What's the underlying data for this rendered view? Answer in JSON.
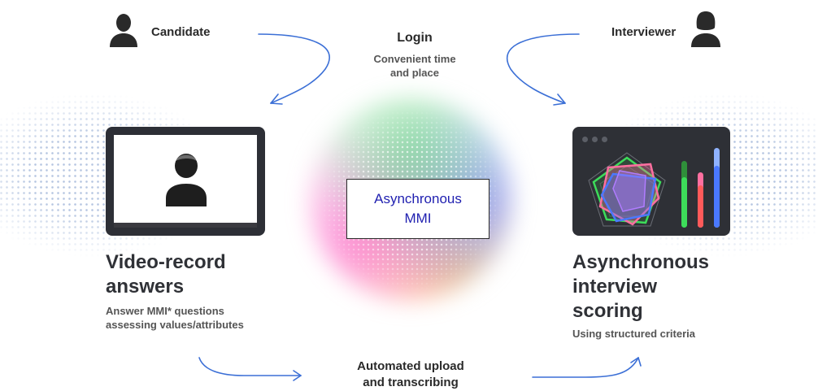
{
  "roles": {
    "candidate": "Candidate",
    "interviewer": "Interviewer"
  },
  "login": {
    "title": "Login",
    "subtitle_line1": "Convenient time",
    "subtitle_line2": "and place"
  },
  "center": {
    "line1": "Asynchronous",
    "line2": "MMI"
  },
  "left": {
    "title_line1": "Video-record",
    "title_line2": "answers",
    "desc_line1": "Answer MMI* questions",
    "desc_line2": "assessing values/attributes"
  },
  "right": {
    "title_line1": "Asynchronous",
    "title_line2": "interview",
    "title_line3": "scoring",
    "desc": "Using structured criteria"
  },
  "bottom": {
    "line1": "Automated upload",
    "line2": "and transcribing"
  },
  "colors": {
    "arrow": "#3b6fd6",
    "dark_panel": "#2e3036",
    "center_text": "#1f1fb0",
    "radar_green": "#3ddc5a",
    "radar_pink": "#ff6fa0",
    "radar_blue": "#4a78ff",
    "radar_purple": "#b07cff"
  },
  "icons": [
    "person-icon",
    "person-female-icon",
    "arrow-icon",
    "radar-chart-icon",
    "level-bar-icon"
  ]
}
